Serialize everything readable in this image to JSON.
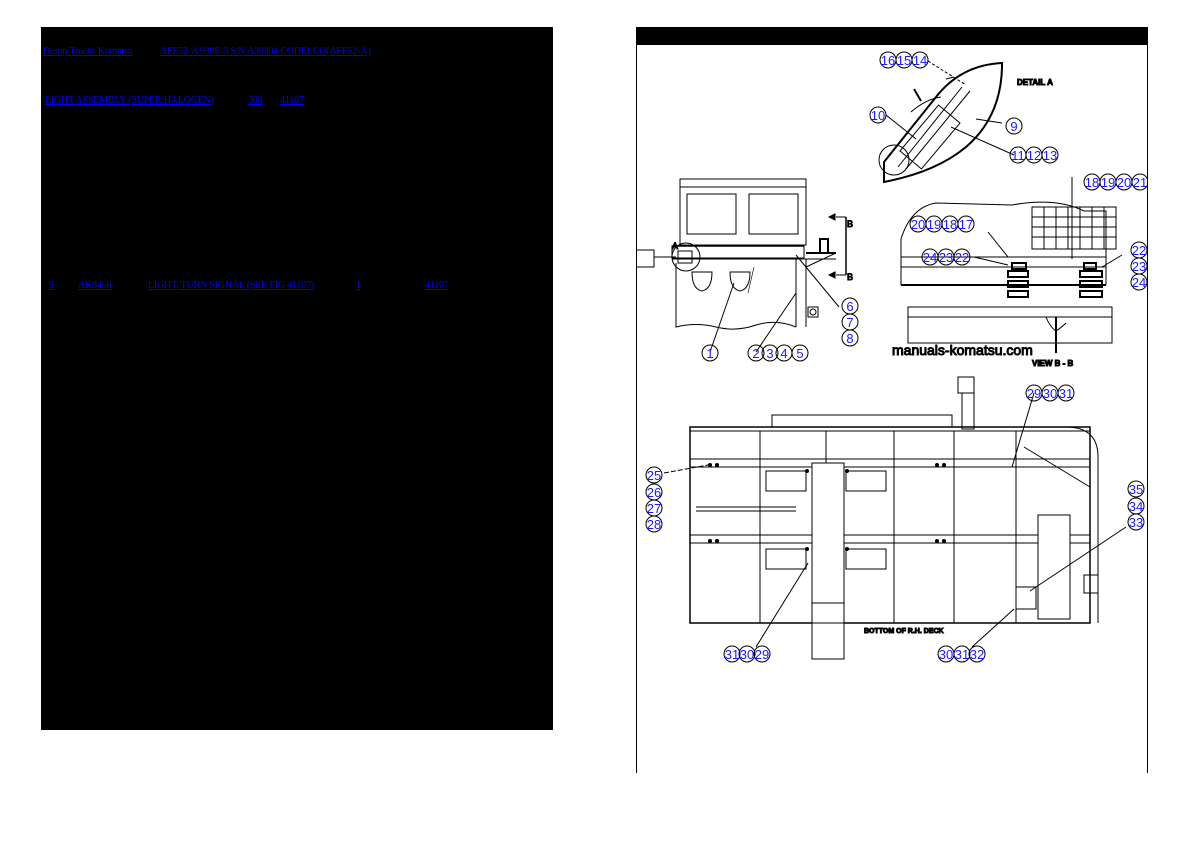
{
  "breadcrumb": {
    "category": "Dump Trucks Komatsu",
    "model": "AFE52-A 930E-3 S/N A30304 CODELCO(AFE52-A)"
  },
  "assembly": {
    "title": "LIGHT ASSEMBLY (SUPER HALOGEN)",
    "code": "308",
    "figure": "41107"
  },
  "parts": [
    {
      "item": "9",
      "part_no": "AK8456",
      "description": "LIGHT, TURN SIGNAL (SEE FIG 41107)",
      "qty": "1",
      "figure": "41107"
    }
  ],
  "diagram": {
    "detail_a_label": "DETAIL A",
    "view_b_label": "VIEW B - B",
    "section_a_marker": "A",
    "section_b_marker": "B",
    "bottom_label": "BOTTOM OF R.H. DECK",
    "watermark": "manuals-komatsu.com",
    "link_color": "#1a1aff",
    "callouts": {
      "c16": "16",
      "c15": "15",
      "c14": "14",
      "c10": "10",
      "c9": "9",
      "c11": "11",
      "c12": "12",
      "c13": "13",
      "c18a": "18",
      "c19a": "19",
      "c20a": "20",
      "c21a": "21",
      "c20b": "20",
      "c19b": "19",
      "c18b": "18",
      "c17": "17",
      "c24a": "24",
      "c23a": "23",
      "c22a": "22",
      "c22b": "22",
      "c23b": "23",
      "c24b": "24",
      "c6": "6",
      "c7": "7",
      "c8": "8",
      "c1": "1",
      "c2": "2",
      "c3": "3",
      "c4": "4",
      "c5": "5",
      "c29a": "29",
      "c30a": "30",
      "c31a": "31",
      "c25": "25",
      "c26": "26",
      "c27": "27",
      "c28": "28",
      "c35": "35",
      "c34": "34",
      "c33": "33",
      "c31b": "31",
      "c30b": "30",
      "c29b": "29",
      "c30c": "30",
      "c31c": "31",
      "c32": "32"
    }
  }
}
